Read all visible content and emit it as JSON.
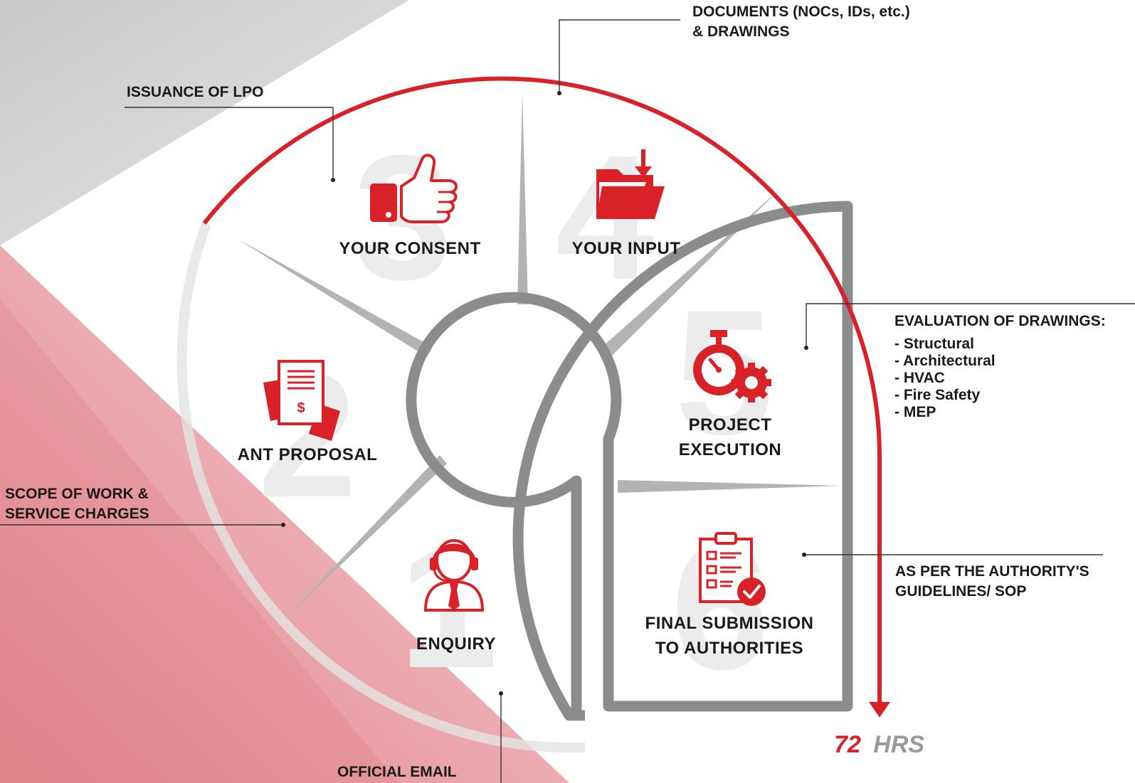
{
  "segments": [
    {
      "number": "1",
      "title_lines": [
        "ENQUIRY"
      ],
      "icon": "headset-agent-icon"
    },
    {
      "number": "2",
      "title_lines": [
        "ANT PROPOSAL"
      ],
      "icon": "invoice-document-icon"
    },
    {
      "number": "3",
      "title_lines": [
        "YOUR CONSENT"
      ],
      "icon": "thumbs-up-icon"
    },
    {
      "number": "4",
      "title_lines": [
        "YOUR INPUT"
      ],
      "icon": "folder-download-icon"
    },
    {
      "number": "5",
      "title_lines": [
        "PROJECT",
        "EXECUTION"
      ],
      "icon": "stopwatch-gear-icon"
    },
    {
      "number": "6",
      "title_lines": [
        "FINAL SUBMISSION",
        "TO AUTHORITIES"
      ],
      "icon": "checklist-clipboard-icon"
    }
  ],
  "annotations": {
    "official_email": [
      "OFFICIAL EMAIL"
    ],
    "scope_of_work": [
      "SCOPE OF WORK &",
      "SERVICE CHARGES"
    ],
    "issuance_lpo": [
      "ISSUANCE OF LPO"
    ],
    "documents": [
      "DOCUMENTS (NOCs, IDs, etc.)",
      "& DRAWINGS"
    ],
    "evaluation": [
      "EVALUATION OF DRAWINGS:",
      "- Structural",
      "- Architectural",
      "- HVAC",
      "- Fire Safety",
      "- MEP"
    ],
    "authority": [
      "AS PER THE AUTHORITY'S",
      "GUIDELINES/ SOP"
    ]
  },
  "duration": {
    "value": "72",
    "unit": "HRS"
  },
  "colors": {
    "accent": "#d92128",
    "track": "#8c8c8c",
    "text": "#1a1a1a"
  }
}
